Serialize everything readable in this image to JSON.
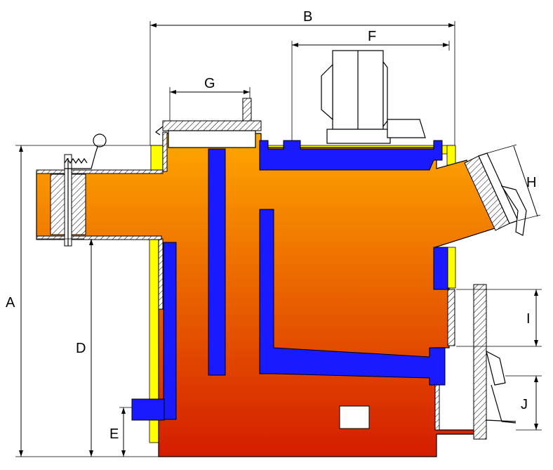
{
  "dimensions": {
    "A": "A",
    "B": "B",
    "D": "D",
    "E": "E",
    "F": "F",
    "G": "G",
    "H": "H",
    "I": "I",
    "J": "J"
  },
  "colors": {
    "body_top": "#ffa500",
    "body_bottom": "#d42000",
    "water_jacket": "#1a1aff",
    "insulation": "#ffff00"
  }
}
